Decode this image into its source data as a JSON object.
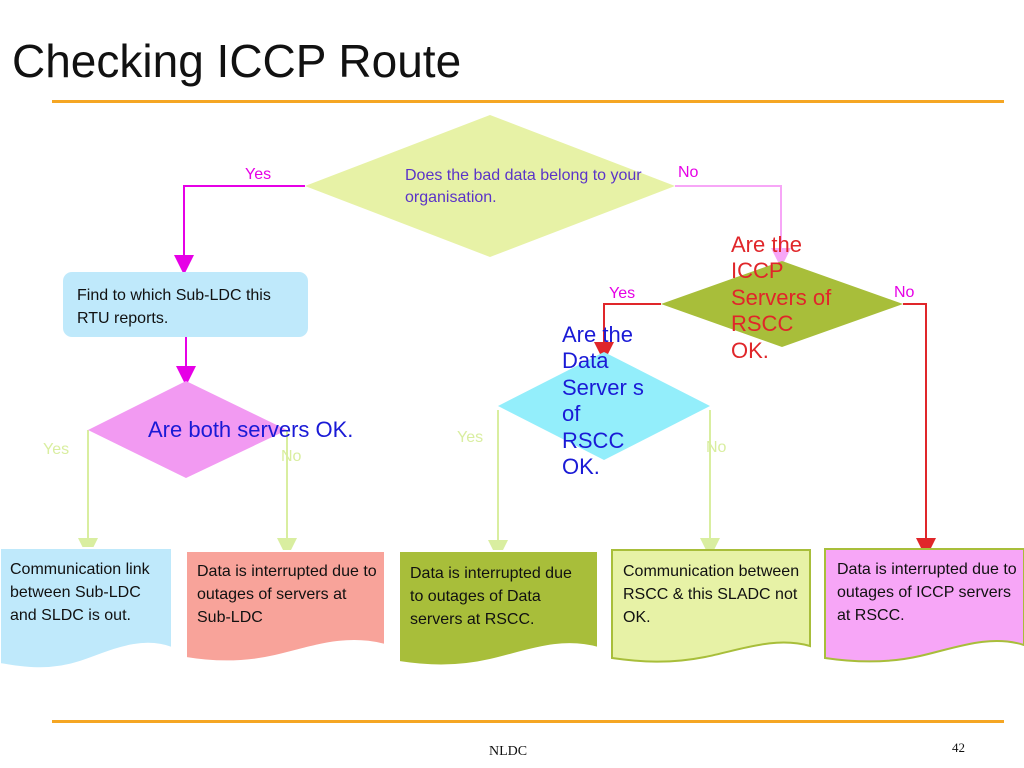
{
  "slide": {
    "title": "Checking ICCP Route",
    "footer": "NLDC",
    "page_number": "42"
  },
  "flowchart": {
    "q1": {
      "text": "Does the bad data belong to your organisation.",
      "yes": "Yes",
      "no": "No"
    },
    "find_subldc": {
      "text": "Find to which Sub-LDC this RTU reports."
    },
    "q_both_servers": {
      "text": "Are both servers OK.",
      "yes": "Yes",
      "no": "No"
    },
    "q_iccp_servers": {
      "text": "Are the ICCP Servers of RSCC OK.",
      "yes": "Yes",
      "no": "No"
    },
    "q_data_servers": {
      "text": "Are the Data Server s of RSCC OK.",
      "yes": "Yes",
      "no": "No"
    },
    "out_comm_link": {
      "text": "Communication link between Sub-LDC and SLDC is out."
    },
    "out_subldc_servers": {
      "text": "Data is interrupted due to outages of servers at Sub-LDC"
    },
    "out_data_servers": {
      "text": "Data is interrupted due to outages of Data servers at RSCC."
    },
    "out_comm_rscc": {
      "text": "Communication between RSCC & this SLADC not OK."
    },
    "out_iccp_servers": {
      "text": "Data is interrupted due to outages of ICCP servers at RSCC."
    }
  },
  "colors": {
    "accent_rule": "#f5a623",
    "magenta_arrow": "#e600e6",
    "pink_arrow": "#f7a6f7",
    "red_arrow": "#e0262a",
    "pale_green_arrow": "#d9eea0",
    "diamond_main": "#e7f2a6",
    "diamond_iccp": "#a8be3a",
    "diamond_data": "#93eefb",
    "diamond_both": "#f29af2",
    "box_find": "#bfe9fb"
  }
}
